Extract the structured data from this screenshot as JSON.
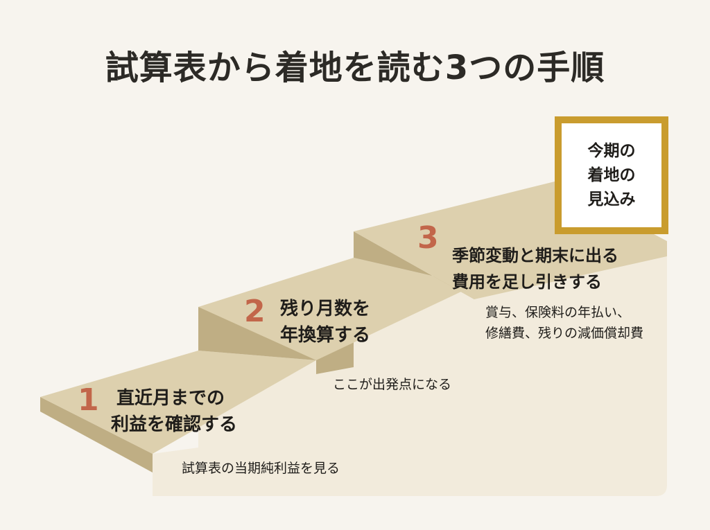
{
  "title": "試算表から着地を読む3つの手順",
  "steps": [
    {
      "number": "1",
      "title_lines": [
        "直近月までの",
        "利益を確認する"
      ],
      "note": "試算表の当期純利益を見る"
    },
    {
      "number": "2",
      "title_lines": [
        "残り月数を",
        "年換算する"
      ],
      "note": "ここが出発点になる"
    },
    {
      "number": "3",
      "title_lines": [
        "季節変動と期末に出る",
        "費用を足し引きする"
      ],
      "note_lines": [
        "賞与、保険料の年払い、",
        "修繕費、残りの減価償却費"
      ]
    }
  ],
  "goal": {
    "lines": [
      "今期の",
      "着地の",
      "見込み"
    ]
  },
  "colors": {
    "top": "#ddd0ae",
    "riser": "#bfae84",
    "side": "#f2ebdc",
    "number": "#c2664a",
    "goal_border": "#c99c2e"
  }
}
